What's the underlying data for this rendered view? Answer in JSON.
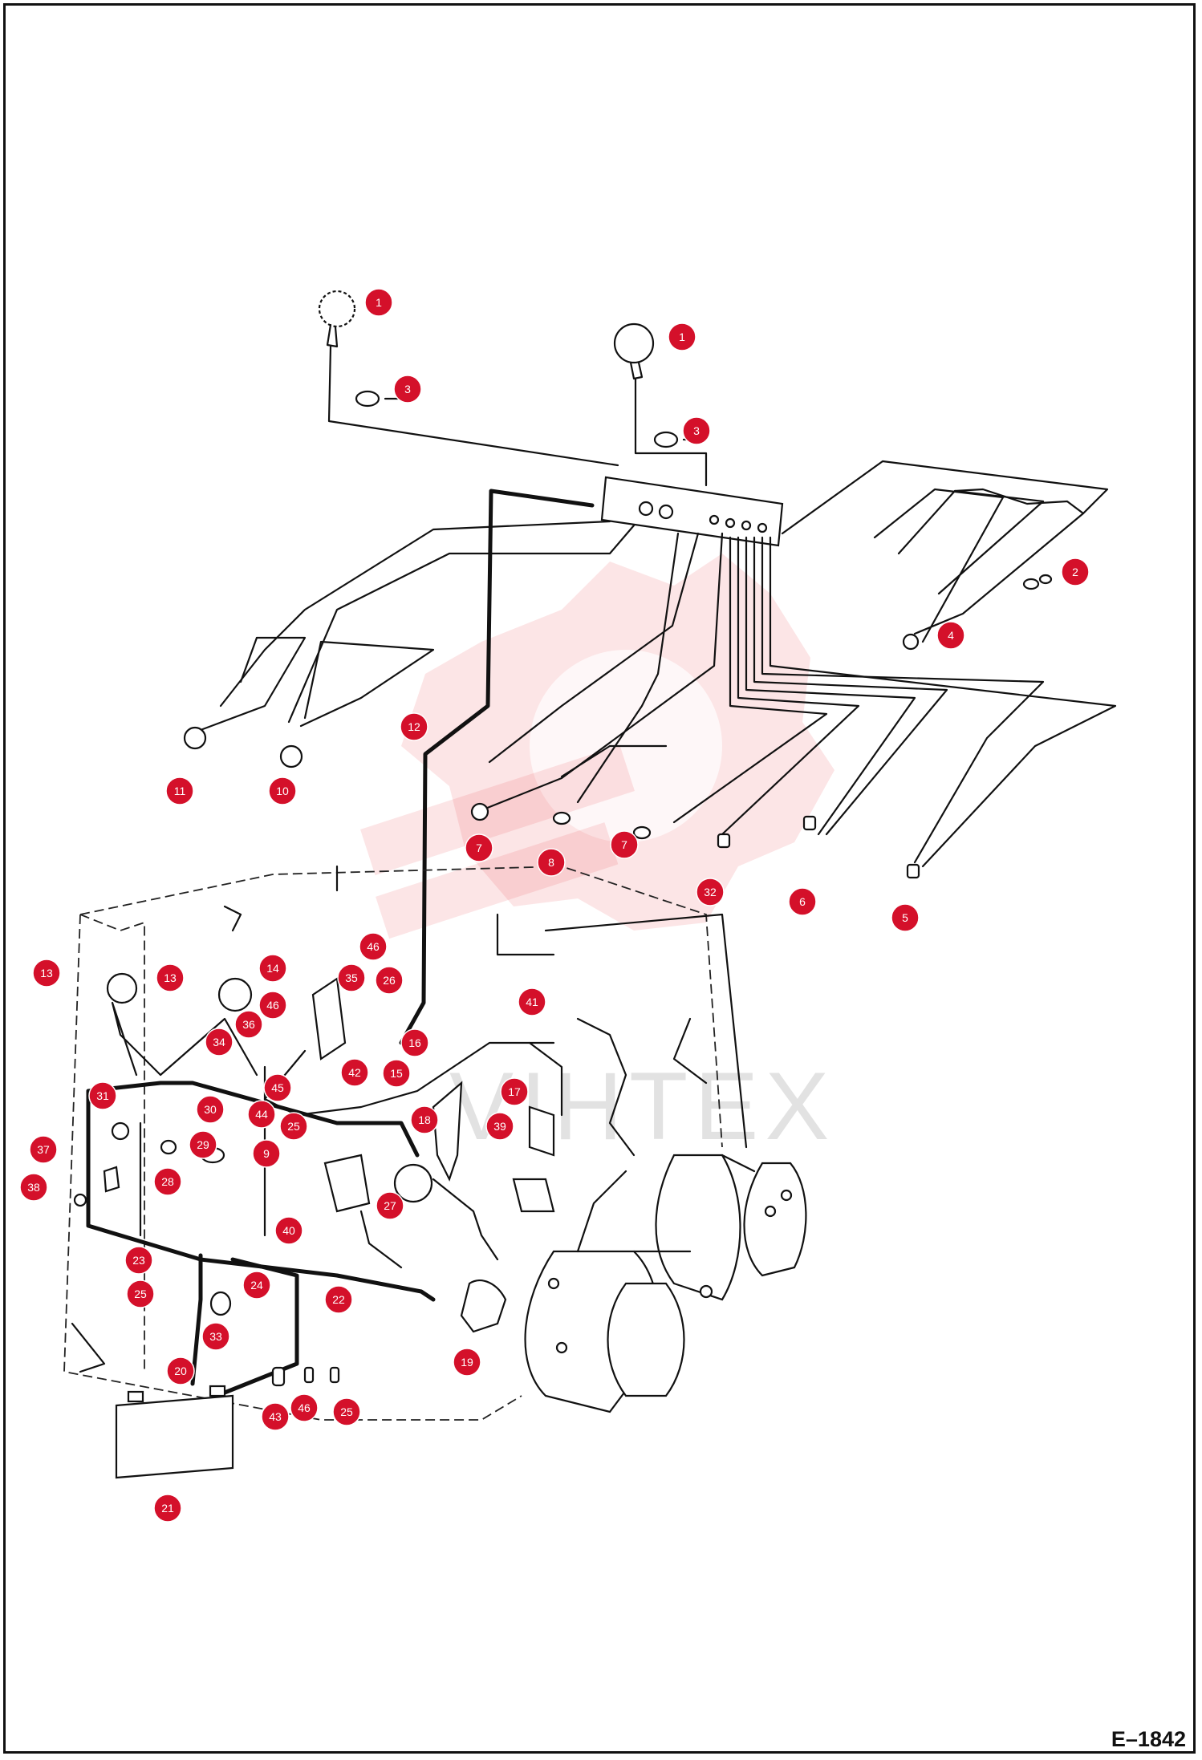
{
  "figure": {
    "code": "E–1842"
  },
  "watermark": {
    "text": "VIHTEX"
  },
  "colors": {
    "callout": "#d4102a",
    "line": "#111111",
    "watermark": "#e9333a"
  },
  "callouts": [
    {
      "n": "1"
    },
    {
      "n": "1"
    },
    {
      "n": "3"
    },
    {
      "n": "3"
    },
    {
      "n": "2"
    },
    {
      "n": "4"
    },
    {
      "n": "12"
    },
    {
      "n": "11"
    },
    {
      "n": "10"
    },
    {
      "n": "7"
    },
    {
      "n": "8"
    },
    {
      "n": "7"
    },
    {
      "n": "32"
    },
    {
      "n": "6"
    },
    {
      "n": "5"
    },
    {
      "n": "46"
    },
    {
      "n": "13"
    },
    {
      "n": "13"
    },
    {
      "n": "14"
    },
    {
      "n": "35"
    },
    {
      "n": "26"
    },
    {
      "n": "46"
    },
    {
      "n": "36"
    },
    {
      "n": "41"
    },
    {
      "n": "34"
    },
    {
      "n": "16"
    },
    {
      "n": "42"
    },
    {
      "n": "15"
    },
    {
      "n": "45"
    },
    {
      "n": "17"
    },
    {
      "n": "31"
    },
    {
      "n": "30"
    },
    {
      "n": "44"
    },
    {
      "n": "18"
    },
    {
      "n": "39"
    },
    {
      "n": "25"
    },
    {
      "n": "29"
    },
    {
      "n": "37"
    },
    {
      "n": "9"
    },
    {
      "n": "28"
    },
    {
      "n": "38"
    },
    {
      "n": "27"
    },
    {
      "n": "40"
    },
    {
      "n": "23"
    },
    {
      "n": "24"
    },
    {
      "n": "22"
    },
    {
      "n": "25"
    },
    {
      "n": "33"
    },
    {
      "n": "19"
    },
    {
      "n": "20"
    },
    {
      "n": "46"
    },
    {
      "n": "25"
    },
    {
      "n": "43"
    },
    {
      "n": "21"
    }
  ]
}
